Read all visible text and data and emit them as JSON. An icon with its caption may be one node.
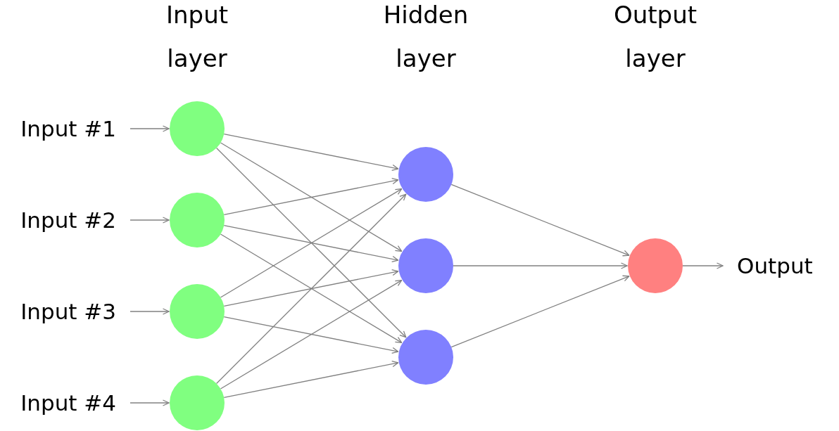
{
  "diagram": {
    "nodes": [
      {
        "text": [
          "Input #1"
        ]
      },
      {
        "text": [
          "Input #2"
        ]
      },
      {
        "text": [
          "Input #3"
        ]
      },
      {
        "text": [
          "Input #4"
        ]
      },
      {
        "text": [],
        "shape": "circle"
      },
      {
        "text": [],
        "shape": "circle"
      },
      {
        "text": [],
        "shape": "circle"
      },
      {
        "text": [],
        "shape": "circle"
      },
      {
        "text": [],
        "shape": "circle"
      },
      {
        "text": [],
        "shape": "circle"
      },
      {
        "text": [],
        "shape": "circle"
      },
      {
        "text": [],
        "shape": "circle"
      },
      {
        "text": [
          "Output"
        ]
      }
    ],
    "edges": [
      {
        "from": 0,
        "to": 4,
        "arrow": "to"
      },
      {
        "from": 1,
        "to": 5,
        "arrow": "to"
      },
      {
        "from": 2,
        "to": 6,
        "arrow": "to"
      },
      {
        "from": 3,
        "to": 7,
        "arrow": "to"
      },
      {
        "from": 4,
        "to": 8,
        "arrow": "to"
      },
      {
        "from": 4,
        "to": 9,
        "arrow": "to"
      },
      {
        "from": 4,
        "to": 10,
        "arrow": "to"
      },
      {
        "from": 5,
        "to": 8,
        "arrow": "to"
      },
      {
        "from": 5,
        "to": 9,
        "arrow": "to"
      },
      {
        "from": 5,
        "to": 10,
        "arrow": "to"
      },
      {
        "from": 6,
        "to": 8,
        "arrow": "to"
      },
      {
        "from": 6,
        "to": 9,
        "arrow": "to"
      },
      {
        "from": 6,
        "to": 10,
        "arrow": "to"
      },
      {
        "from": 7,
        "to": 8,
        "arrow": "to"
      },
      {
        "from": 7,
        "to": 9,
        "arrow": "to"
      },
      {
        "from": 7,
        "to": 10,
        "arrow": "to"
      },
      {
        "from": 8,
        "to": 11,
        "arrow": "to"
      },
      {
        "from": 9,
        "to": 11,
        "arrow": "to"
      },
      {
        "from": 10,
        "to": 11,
        "arrow": "to"
      },
      {
        "from": 11,
        "to": 12,
        "arrow": "to"
      }
    ],
    "labels": [
      "Input layer",
      "Hidden layer",
      "Output layer"
    ]
  }
}
